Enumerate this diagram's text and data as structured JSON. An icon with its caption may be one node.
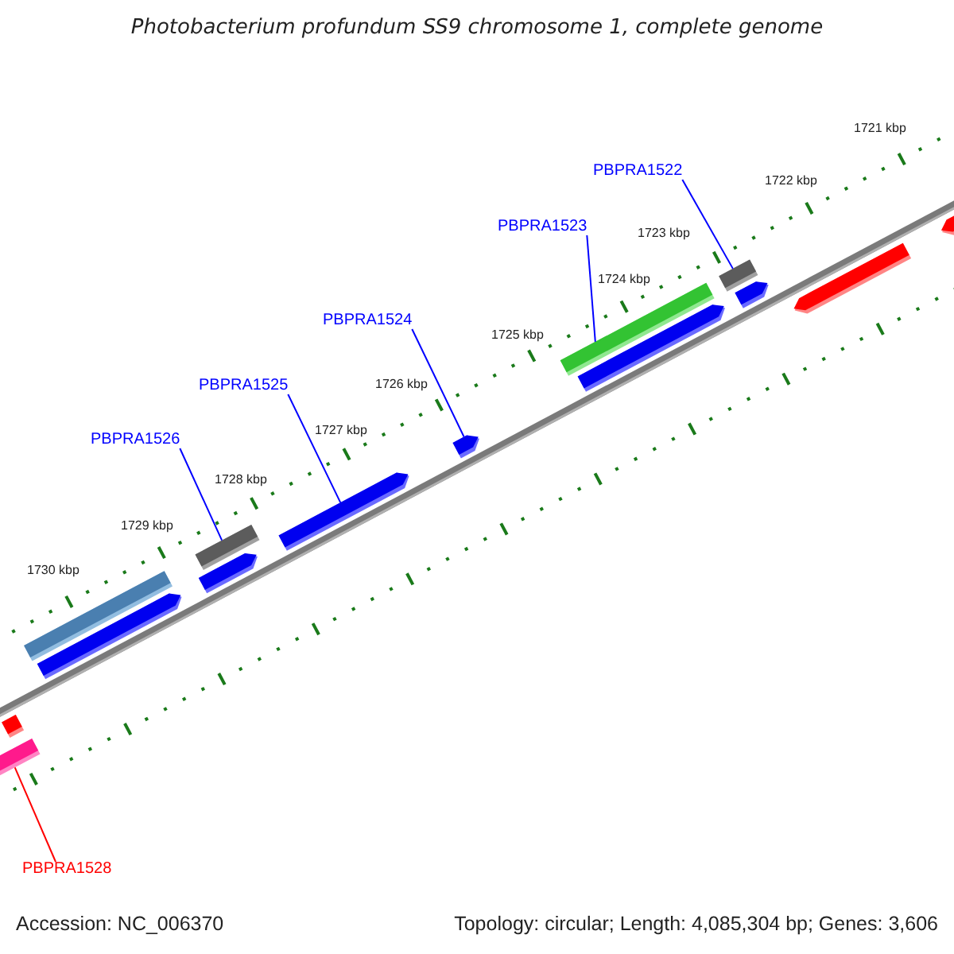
{
  "diagram": {
    "title": "Photobacterium profundum SS9 chromosome 1, complete genome",
    "nodes": [
      {
        "text": [
          "PBPRA1522"
        ]
      },
      {
        "text": [
          "PBPRA1523"
        ]
      },
      {
        "text": [
          "PBPRA1524"
        ]
      },
      {
        "text": [
          "PBPRA1525"
        ]
      },
      {
        "text": [
          "PBPRA1526"
        ]
      },
      {
        "text": [
          "PBPRA1528"
        ]
      },
      {
        "text": [],
        "shape": "bar"
      },
      {
        "text": [],
        "shape": "bar"
      },
      {
        "text": [],
        "shape": "bar"
      },
      {
        "text": [],
        "shape": "bar"
      },
      {
        "text": [],
        "shape": "bar"
      },
      {
        "text": [],
        "shape": "bar"
      },
      {
        "text": [],
        "shape": "bar"
      },
      {
        "text": [],
        "shape": "bar"
      },
      {
        "text": [],
        "shape": "bar"
      },
      {
        "text": [],
        "shape": "bar"
      },
      {
        "text": [],
        "shape": "bar"
      },
      {
        "text": [],
        "shape": "bar"
      },
      {
        "text": [],
        "shape": "bar"
      },
      {
        "text": [],
        "shape": "bar"
      }
    ],
    "edges": [
      {
        "from": 0,
        "to": 16,
        "arrow": "none"
      },
      {
        "from": 1,
        "to": 14,
        "arrow": "none"
      },
      {
        "from": 2,
        "to": 13,
        "arrow": "none"
      },
      {
        "from": 3,
        "to": 12,
        "arrow": "none"
      },
      {
        "from": 4,
        "to": 11,
        "arrow": "none"
      },
      {
        "from": 5,
        "to": 7,
        "arrow": "none",
        "color": "#ff0000"
      }
    ],
    "labels": [
      "1721 kbp",
      "1722 kbp",
      "1723 kbp",
      "1724 kbp",
      "1725 kbp",
      "1726 kbp",
      "1727 kbp",
      "1728 kbp",
      "1729 kbp",
      "1730 kbp",
      "Accession: NC_006370",
      "Topology: circular; Length: 4,085,304 bp; Genes: 3,606"
    ]
  }
}
